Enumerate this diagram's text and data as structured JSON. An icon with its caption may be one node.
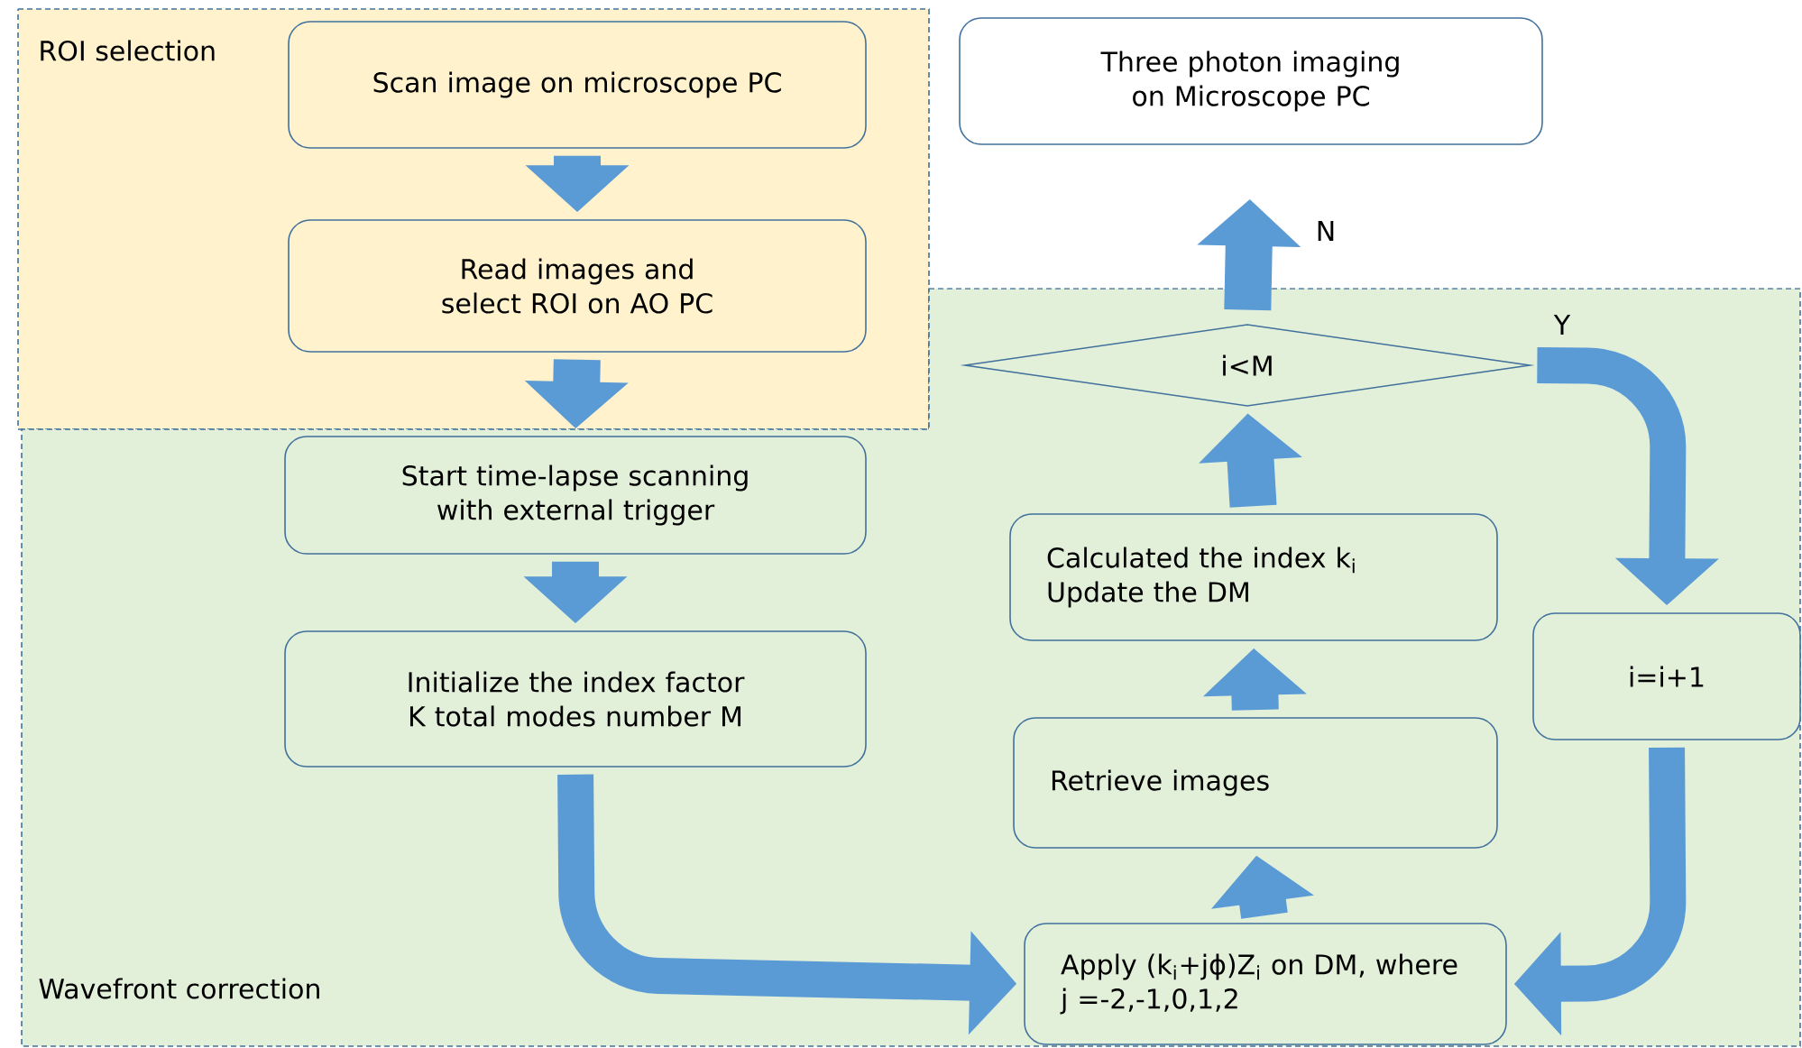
{
  "diagram": {
    "nodes": [
      {
        "text": [
          "ROI selection"
        ]
      },
      {
        "text": [
          "Scan image on microscope PC"
        ],
        "in": 0
      },
      {
        "text": [
          "Read images and select ROI on AO PC"
        ],
        "in": 0
      },
      {
        "text": [
          "Three photon imaging on Microscope PC"
        ]
      },
      {
        "text": [
          "Wavefront correction"
        ]
      },
      {
        "text": [
          "Start time-lapse scanning with external trigger"
        ],
        "in": 4
      },
      {
        "text": [
          "Initialize the index factor K total modes number M"
        ],
        "in": 4
      },
      {
        "text": [
          "Apply (k$_{i}$+jϕ)Z$_{i}$ on DM, where j =-2,-1,0,1,2"
        ],
        "in": 4
      },
      {
        "text": [
          "Retrieve images"
        ],
        "in": 4
      },
      {
        "text": [
          "Calculated the index k$_{i}$ Update the DM"
        ],
        "in": 4
      },
      {
        "text": [
          "i<M"
        ],
        "in": 4
      },
      {
        "text": [
          "i=i+1"
        ],
        "in": 4
      }
    ],
    "edges": [
      {
        "from": 1,
        "to": 2,
        "arrow": "to"
      },
      {
        "from": 2,
        "to": 5,
        "arrow": "to"
      },
      {
        "from": 5,
        "to": 6,
        "arrow": "to"
      },
      {
        "from": 6,
        "to": 7,
        "arrow": "to"
      },
      {
        "from": 7,
        "to": 8,
        "arrow": "to"
      },
      {
        "from": 8,
        "to": 9,
        "arrow": "to"
      },
      {
        "from": 9,
        "to": 10,
        "arrow": "to"
      },
      {
        "from": 10,
        "to": 3,
        "arrow": "to",
        "label": "N"
      },
      {
        "from": 10,
        "to": 11,
        "arrow": "to",
        "label": "Y"
      },
      {
        "from": 11,
        "to": 7,
        "arrow": "to"
      }
    ]
  }
}
